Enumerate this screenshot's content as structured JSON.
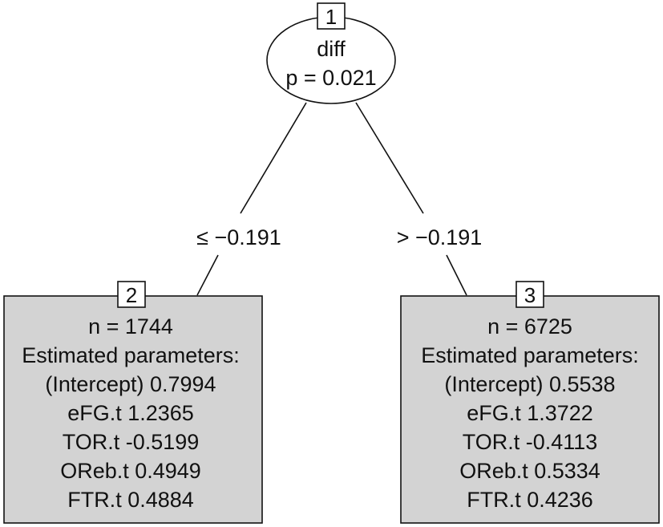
{
  "tree": {
    "root": {
      "id": "1",
      "variable": "diff",
      "pvalue": "p = 0.021"
    },
    "edges": [
      {
        "label": "≤ −0.191"
      },
      {
        "label": "> −0.191"
      }
    ],
    "leaves": [
      {
        "id": "2",
        "lines": [
          "n = 1744",
          "Estimated parameters:",
          "(Intercept) 0.7994",
          "eFG.t 1.2365",
          "TOR.t -0.5199",
          "OReb.t 0.4949",
          "FTR.t 0.4884"
        ]
      },
      {
        "id": "3",
        "lines": [
          "n = 6725",
          "Estimated parameters:",
          "(Intercept) 0.5538",
          "eFG.t 1.3722",
          "TOR.t -0.4113",
          "OReb.t 0.5334",
          "FTR.t 0.4236"
        ]
      }
    ],
    "colors": {
      "leaf_fill": "#d3d3d3",
      "stroke": "#111111",
      "background": "#ffffff"
    }
  }
}
